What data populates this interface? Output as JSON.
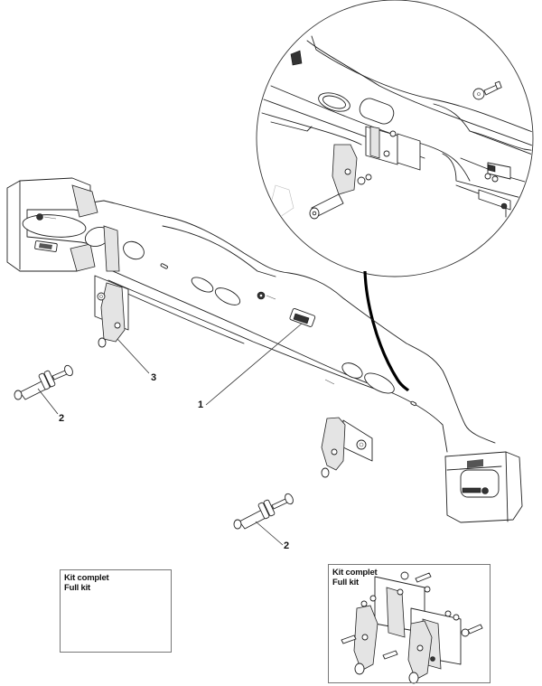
{
  "diagram": {
    "type": "exploded-parts-diagram",
    "callouts": [
      {
        "id": "callout-1",
        "label": "1"
      },
      {
        "id": "callout-2a",
        "label": "2"
      },
      {
        "id": "callout-3",
        "label": "3"
      },
      {
        "id": "callout-2b",
        "label": "2"
      }
    ],
    "kits": [
      {
        "line1": "Kit complet",
        "line2": "Full kit"
      },
      {
        "line1": "Kit complet",
        "line2": "Full kit"
      }
    ],
    "colors": {
      "line": "#222222",
      "shade": "#e4e4e4",
      "background": "#ffffff"
    }
  }
}
